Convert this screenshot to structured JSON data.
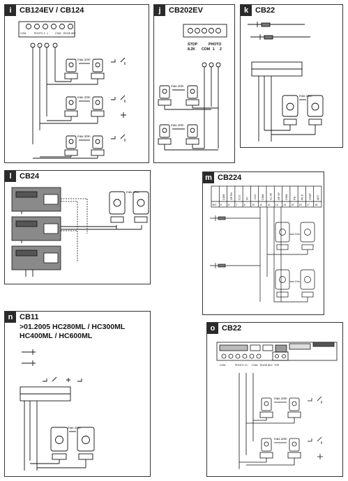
{
  "panels": {
    "i": {
      "badge": "i",
      "title": "CB124EV / CB124",
      "terminals": [
        "COM",
        "PHOTO 2",
        "1",
        "COM",
        "EDGE 8K2"
      ],
      "max1": "max.10m",
      "max2": "max.10m",
      "max3": "max.10m"
    },
    "j": {
      "badge": "j",
      "title": "CB202EV",
      "stop": "STOP",
      "k82": "8.2K",
      "com": "COM",
      "photo": "PHOTO",
      "p1": "1",
      "p2": "2",
      "max1": "max.10m",
      "max2": "max.10m"
    },
    "k": {
      "badge": "k",
      "title": "CB22",
      "max1": "max.10m"
    },
    "l": {
      "badge": "l",
      "title": "CB24",
      "max1": "max.10m"
    },
    "m": {
      "badge": "m",
      "title": "CB224",
      "cols": [
        "COM",
        "OP EN",
        "CLS",
        "0V",
        "+24V",
        "COM",
        "CL SP",
        "OP SP",
        "COM",
        "P.B",
        "PE D",
        "STOP",
        "ANT",
        "GND"
      ],
      "nums": [
        "NO.",
        "5",
        "6",
        "7",
        "8",
        "10",
        "11",
        "12",
        "13",
        "14",
        "15",
        "16",
        "17",
        "18"
      ],
      "max1": "max.10m",
      "max2": "max.10m"
    },
    "n": {
      "badge": "n",
      "title": "CB11",
      "sub1": ">01.2005 HC280ML / HC300ML",
      "sub2": "HC400ML / HC600ML",
      "max1": "max.10m"
    },
    "o": {
      "badge": "o",
      "title": "CB22",
      "labels": [
        "COM",
        "PHOTO 2",
        "1",
        "COM",
        "EDGE 8K2",
        "TOP"
      ],
      "max1": "max.10m",
      "max2": "max.10m"
    }
  },
  "colors": {
    "ink": "#111111",
    "panel_border": "#333333",
    "board_grey": "#8a8a8a",
    "board_dark": "#555555"
  }
}
